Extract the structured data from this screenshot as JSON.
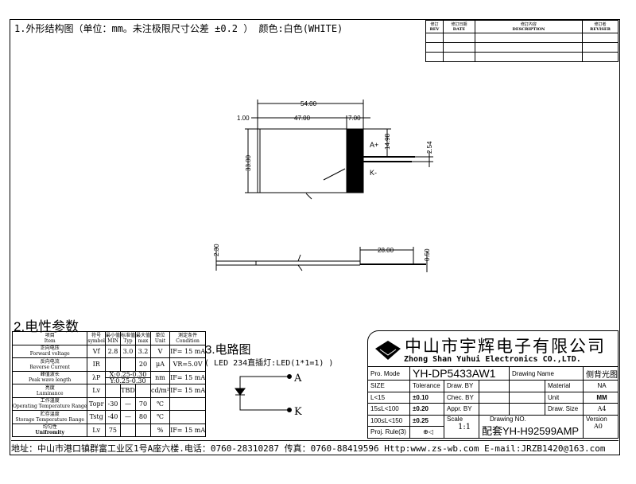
{
  "header": {
    "title": "1.外形结构图（单位：mm。未注极限尺寸公差 ±0.2 ）  颜色:白色(WHITE)"
  },
  "revision_table": {
    "headers": [
      [
        "修訂",
        "REV"
      ],
      [
        "修訂日期",
        "DATE"
      ],
      [
        "修訂內容",
        "DESCRIPTION"
      ],
      [
        "修訂者",
        "REVISER"
      ]
    ]
  },
  "drawing": {
    "dims": {
      "width": "54.00",
      "active": "47.00",
      "left_margin": "1.00",
      "led_band": "7.00",
      "height": "33.00",
      "lead_offset": "14.98",
      "pitch": "2.54",
      "lead_length": "28.00",
      "thickness": "2.30",
      "lead_thickness": "0.50"
    },
    "anode": "A+",
    "cathode": "K-"
  },
  "electrical": {
    "title": "2.电性参数",
    "headers": [
      [
        "项目",
        "Item"
      ],
      [
        "符号",
        "symbol"
      ],
      [
        "最小值",
        "MIN"
      ],
      [
        "标准值",
        "Typ"
      ],
      [
        "最大值",
        "max"
      ],
      [
        "单位",
        "Unit"
      ],
      [
        "测定条件",
        "Condition"
      ]
    ],
    "rows": [
      {
        "item": [
          "正向电压",
          "Forward voltage"
        ],
        "symbol": "Vf",
        "min": "2.8",
        "typ": "3.0",
        "max": "3.2",
        "unit": "V",
        "cond": "IF= 15 mA"
      },
      {
        "item": [
          "反向电流",
          "Reverse Current"
        ],
        "symbol": "IR",
        "min": "",
        "typ": "",
        "max": "20",
        "unit": "μA",
        "cond": "VR=5.0V"
      },
      {
        "item": [
          "峰值波长",
          "Peak wave length"
        ],
        "symbol": "λP",
        "range1": "X:0.25-0.30",
        "range2": "Y:0.25-0.30",
        "unit": "nm",
        "cond": "IF= 15 mA"
      },
      {
        "item": [
          "亮度",
          "Luminance"
        ],
        "symbol": "Lv",
        "min": "",
        "typ": "TBD",
        "max": "",
        "unit": "cd/m²",
        "cond": "IF= 15 mA"
      },
      {
        "item": [
          "工作温度",
          "Operating Temperature Range"
        ],
        "symbol": "Topr",
        "min": "-30",
        "typ": "—",
        "max": "70",
        "unit": "℃",
        "cond": ""
      },
      {
        "item": [
          "贮存温度",
          "Storage Temperature Range"
        ],
        "symbol": "Tstg",
        "min": "-40",
        "typ": "—",
        "max": "80",
        "unit": "℃",
        "cond": ""
      },
      {
        "item": [
          "均匀性",
          "Unifromity"
        ],
        "symbol": "Lv",
        "min": "75",
        "typ": "",
        "max": "",
        "unit": "%",
        "cond": "IF= 15 mA"
      }
    ]
  },
  "circuit": {
    "title": "3.电路图",
    "subtitle": "( LED 234直插灯:LED(1*1=1) )",
    "anode": "A",
    "cathode": "K"
  },
  "title_block": {
    "company_cn": "中山市宇辉电子有限公司",
    "company_en": "Zhong Shan Yuhui Electronics CO.,LTD.",
    "pro_mode_label": "Pro. Mode",
    "pro_mode": "YH-DP5433AW1",
    "drawing_name_label": "Drawing Name",
    "drawing_name": "侧背光图",
    "size_label": "SIZE",
    "tolerance_label": "Tolerance",
    "draw_by": "Draw. BY",
    "chec_by": "Chec. BY",
    "appr_by": "Appr. BY",
    "sizes": [
      "L<15",
      "15≤L<100",
      "100≤L<150"
    ],
    "tolerances": [
      "±0.10",
      "±0.20",
      "±0.25"
    ],
    "material_label": "Material",
    "material": "NA",
    "unit_label": "Unit",
    "unit": "MM",
    "draw_size_label": "Draw. Size",
    "draw_size": "A4",
    "scale_label": "Scale",
    "scale": "1:1",
    "drawing_no_label": "Drawing NO.",
    "drawing_no": "配套YH-H92599AMP",
    "version_label": "Version",
    "version": "A0",
    "proj_rule": "Proj. Rule(3)"
  },
  "footer": {
    "text": "地址：中山市港口镇群富工业区1号A座六楼.电话：0760-28310287 传真：0760-88419596 Http:www.zs-wb.com  E-mail:JRZB1420@163.com"
  }
}
